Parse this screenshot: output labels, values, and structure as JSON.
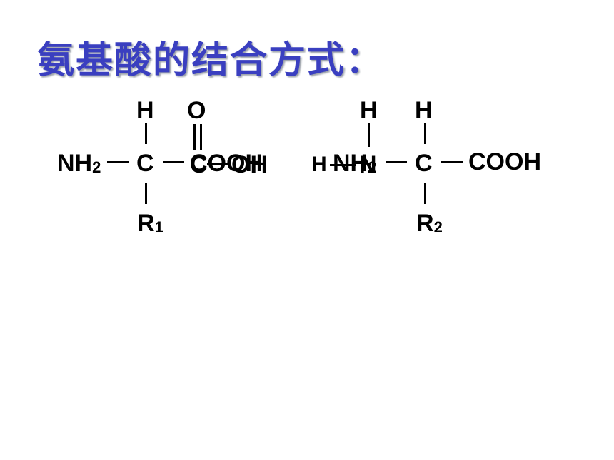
{
  "title": "氨基酸的结合方式：",
  "molecule1": {
    "top_h": "H",
    "top_o": "O",
    "amino": "NH",
    "amino_sub": "2",
    "center_c": "C",
    "carboxyl_overlay_c": "C",
    "carboxyl_overlay_oh": "OH",
    "carboxyl": "COOH",
    "r": "R",
    "r_sub": "1"
  },
  "molecule2": {
    "left_h": "H",
    "top_h_amino": "H",
    "top_h_c": "H",
    "amino": "NH",
    "amino_sub": "2",
    "overlay_n": "N",
    "center_c": "C",
    "carboxyl": "COOH",
    "r": "R",
    "r_sub": "2"
  }
}
